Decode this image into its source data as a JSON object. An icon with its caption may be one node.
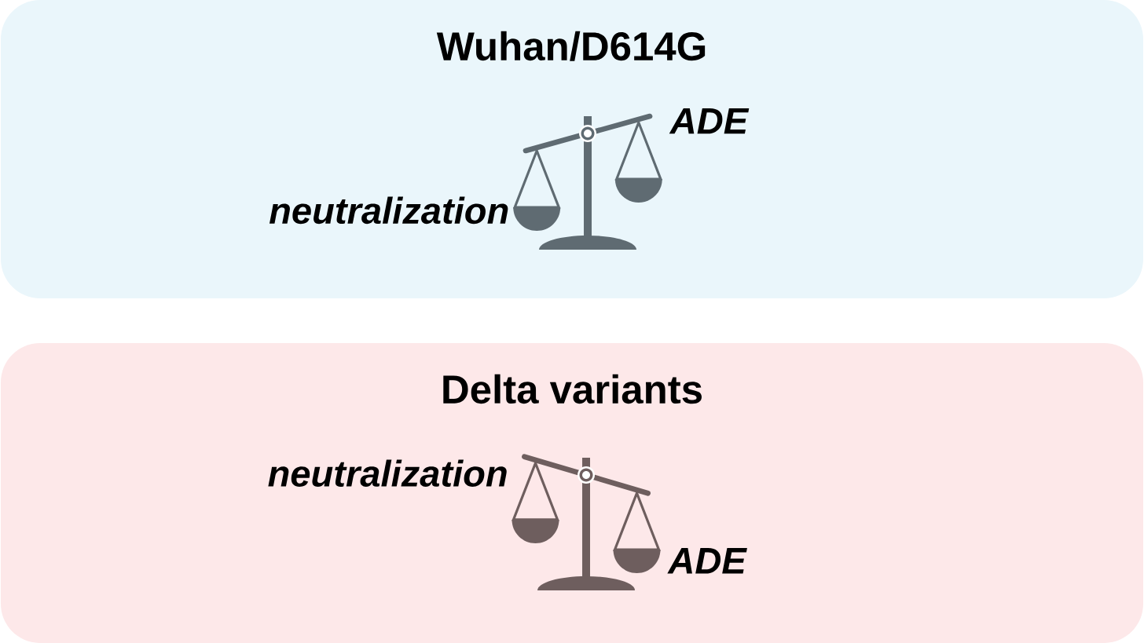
{
  "diagram": {
    "nodes": [
      {
        "text": [
          "Wuhan/D614G"
        ]
      },
      {
        "text": [],
        "shape": "picture",
        "in": 0,
        "beside": [
          "neutralization",
          "ADE"
        ]
      },
      {
        "text": [
          "Delta variants"
        ]
      },
      {
        "text": [],
        "shape": "picture",
        "in": 2,
        "beside": [
          "neutralization",
          "ADE"
        ]
      }
    ]
  }
}
